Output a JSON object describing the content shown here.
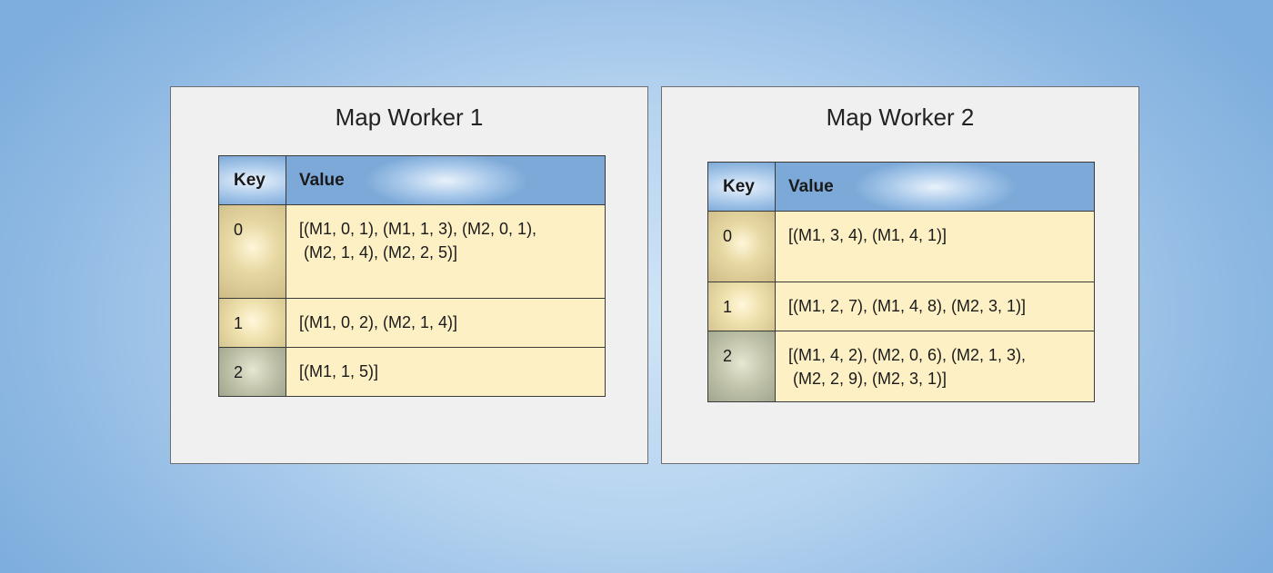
{
  "workers": [
    {
      "title": "Map Worker 1",
      "header": {
        "key": "Key",
        "value": "Value"
      },
      "rows": [
        {
          "key": "0",
          "value": "[(M1, 0, 1), (M1, 1, 3), (M2, 0, 1),\n (M2, 1, 4), (M2, 2, 5)]"
        },
        {
          "key": "1",
          "value": "[(M1, 0, 2), (M2, 1, 4)]"
        },
        {
          "key": "2",
          "value": "[(M1, 1, 5)]"
        }
      ]
    },
    {
      "title": "Map Worker 2",
      "header": {
        "key": "Key",
        "value": "Value"
      },
      "rows": [
        {
          "key": "0",
          "value": "[(M1, 3, 4), (M1, 4, 1)]"
        },
        {
          "key": "1",
          "value": "[(M1, 2, 7), (M1, 4, 8), (M2, 3, 1)]"
        },
        {
          "key": "2",
          "value": "[(M1, 4, 2), (M2, 0, 6), (M2, 1, 3),\n (M2, 2, 9), (M2, 3, 1)]"
        }
      ]
    }
  ]
}
